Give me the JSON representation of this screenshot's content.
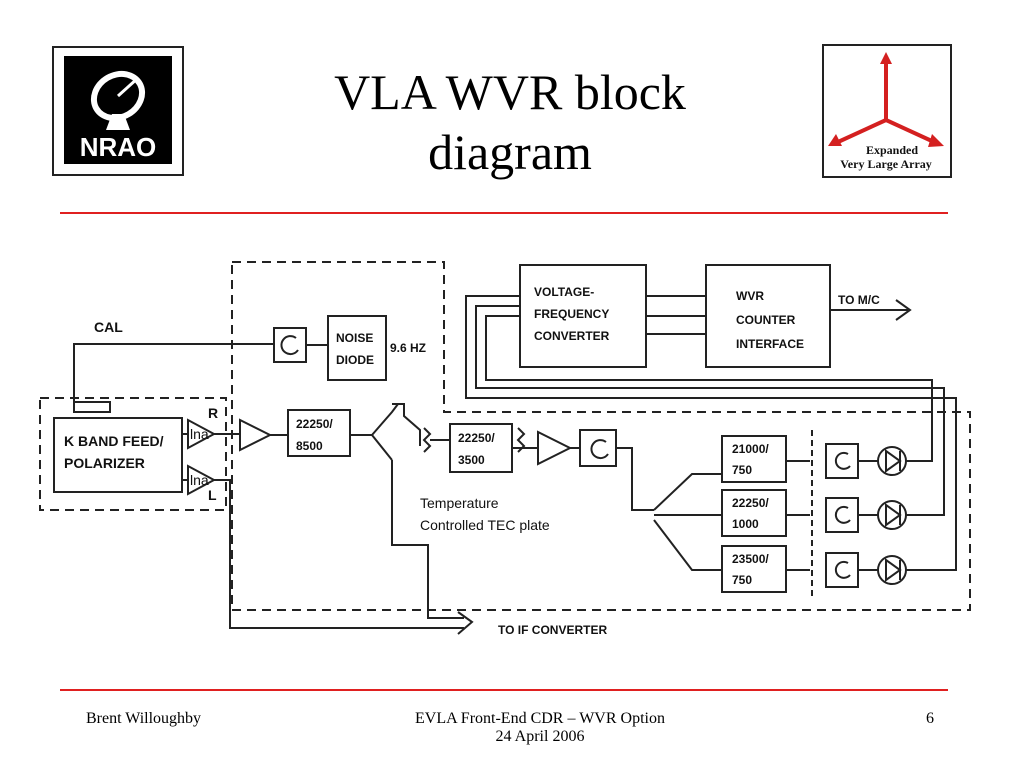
{
  "slide": {
    "title_line1": "VLA WVR block",
    "title_line2": "diagram"
  },
  "logos": {
    "nrao_text": "NRAO",
    "evla_line1": "Expanded",
    "evla_line2": "Very Large Array",
    "evla_arrow_color": "#d42020"
  },
  "diagram": {
    "cal": "CAL",
    "noise_diode_1": "NOISE",
    "noise_diode_2": "DIODE",
    "noise_freq": "9.6 HZ",
    "feed_1": "K BAND FEED/",
    "feed_2": "POLARIZER",
    "lna_r": "lna",
    "lna_l": "lna",
    "r": "R",
    "l": "L",
    "filter1_1": "22250/",
    "filter1_2": "8500",
    "filter2_1": "22250/",
    "filter2_2": "3500",
    "vf_1": "VOLTAGE-",
    "vf_2": "FREQUENCY",
    "vf_3": "CONVERTER",
    "wvr_1": "WVR",
    "wvr_2": "COUNTER",
    "wvr_3": "INTERFACE",
    "to_mc": "TO M/C",
    "ch1_1": "21000/",
    "ch1_2": "750",
    "ch2_1": "22250/",
    "ch2_2": "1000",
    "ch3_1": "23500/",
    "ch3_2": "750",
    "tec_1": "Temperature",
    "tec_2": "Controlled TEC plate",
    "to_if": "TO IF CONVERTER"
  },
  "footer": {
    "author": "Brent Willoughby",
    "event_line1": "EVLA Front-End CDR – WVR Option",
    "event_line2": "24 April 2006",
    "page": "6"
  },
  "colors": {
    "rule": "#e02020"
  }
}
